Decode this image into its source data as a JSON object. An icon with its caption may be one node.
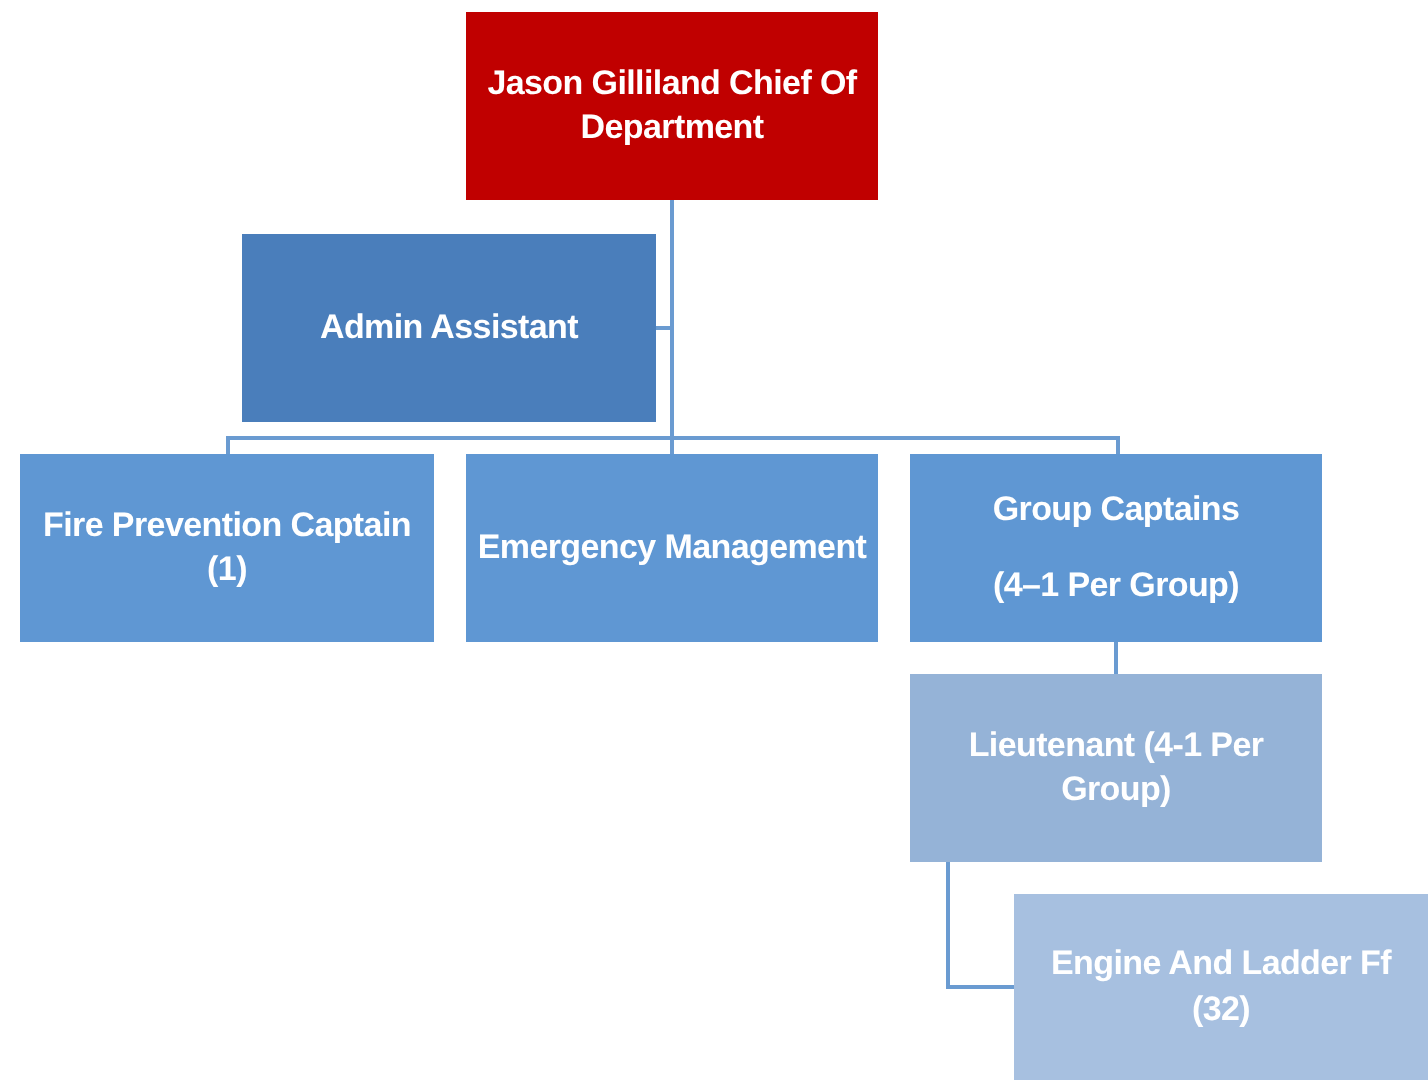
{
  "diagram": {
    "nodes": [
      {
        "text": [
          "Jason Gilliland Chief Of Department"
        ]
      },
      {
        "text": [
          "Admin Assistant"
        ]
      },
      {
        "text": [
          "Fire Prevention Captain (1)"
        ]
      },
      {
        "text": [
          "Emergency Management"
        ]
      },
      {
        "text": [
          "Group Captains",
          "(4–1 Per Group)"
        ]
      },
      {
        "text": [
          "Lieutenant (4-1 Per Group)"
        ]
      },
      {
        "text": [
          "Engine And Ladder Ff (32)"
        ]
      }
    ],
    "edges": [
      {
        "from": 0,
        "to": 1,
        "arrow": "none"
      },
      {
        "from": 0,
        "to": 2,
        "arrow": "none"
      },
      {
        "from": 0,
        "to": 3,
        "arrow": "none"
      },
      {
        "from": 0,
        "to": 4,
        "arrow": "none"
      },
      {
        "from": 4,
        "to": 5,
        "arrow": "none"
      },
      {
        "from": 5,
        "to": 6,
        "arrow": "none"
      }
    ]
  }
}
